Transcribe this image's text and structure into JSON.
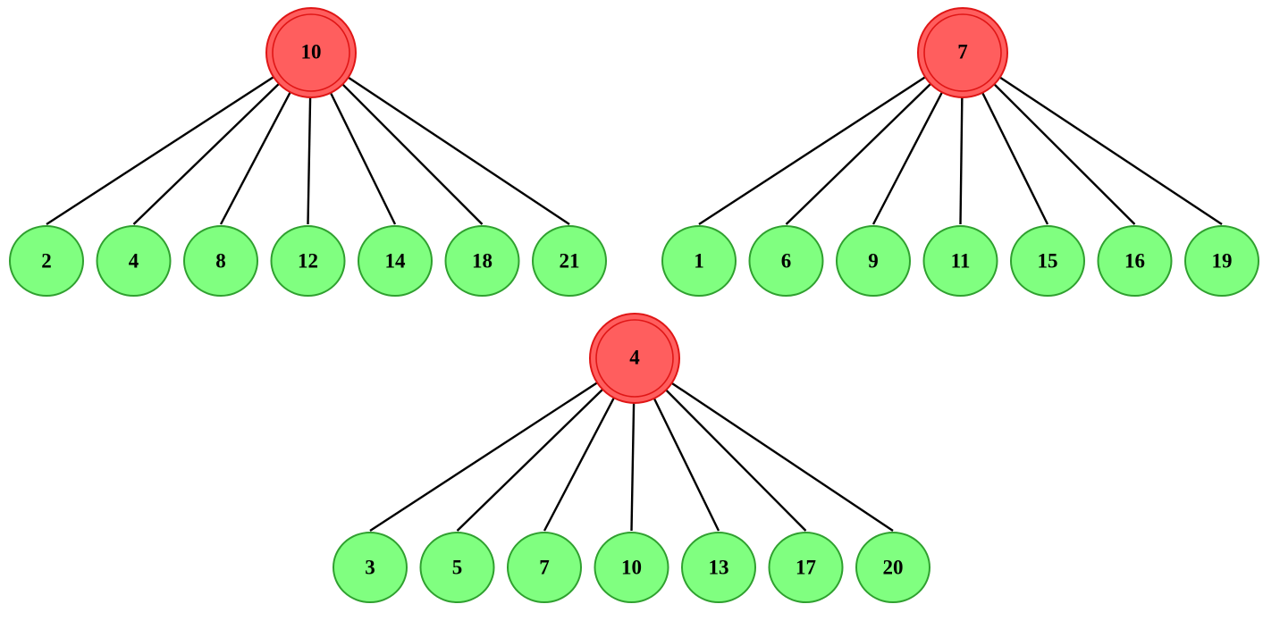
{
  "trees": [
    {
      "root": "10",
      "children": [
        "2",
        "4",
        "8",
        "12",
        "14",
        "18",
        "21"
      ]
    },
    {
      "root": "7",
      "children": [
        "1",
        "6",
        "9",
        "11",
        "15",
        "16",
        "19"
      ]
    },
    {
      "root": "4",
      "children": [
        "3",
        "5",
        "7",
        "10",
        "13",
        "17",
        "20"
      ]
    }
  ],
  "colors": {
    "root_fill": "#ff5e5e",
    "root_stroke": "#e01616",
    "leaf_fill": "#80ff80",
    "leaf_stroke": "#2fa02f",
    "edge": "#000000"
  }
}
